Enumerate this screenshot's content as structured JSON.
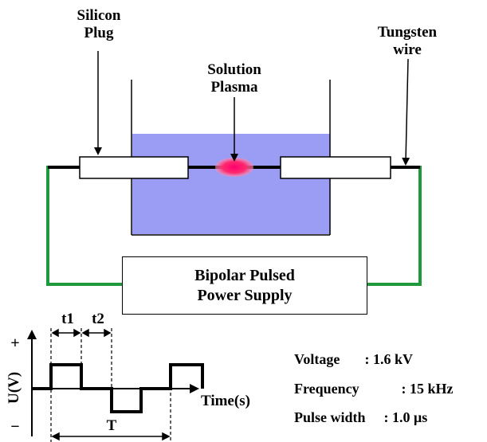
{
  "labels": {
    "silicon_plug": [
      "Silicon",
      "Plug"
    ],
    "tungsten_wire": [
      "Tungsten",
      "wire"
    ],
    "solution_plasma": [
      "Solution",
      "Plasma"
    ]
  },
  "power_supply": {
    "lines": [
      "Bipolar Pulsed",
      "Power Supply"
    ]
  },
  "waveform": {
    "ylabel": "U(V)",
    "xlabel": "Time(s)",
    "plus": "+",
    "minus": "−",
    "t1": "t1",
    "t2": "t2",
    "period": "T"
  },
  "parameters": [
    {
      "name": "Voltage",
      "value": ": 1.6 kV"
    },
    {
      "name": "Frequency",
      "value": ": 15 kHz"
    },
    {
      "name": "Pulse width",
      "value": ": 1.0 μs"
    }
  ],
  "colors": {
    "solution": "#9b9cf3",
    "wire_green": "#1e9a3c",
    "plasma": "#ff2a6e",
    "electrode_wire": "#000000"
  }
}
